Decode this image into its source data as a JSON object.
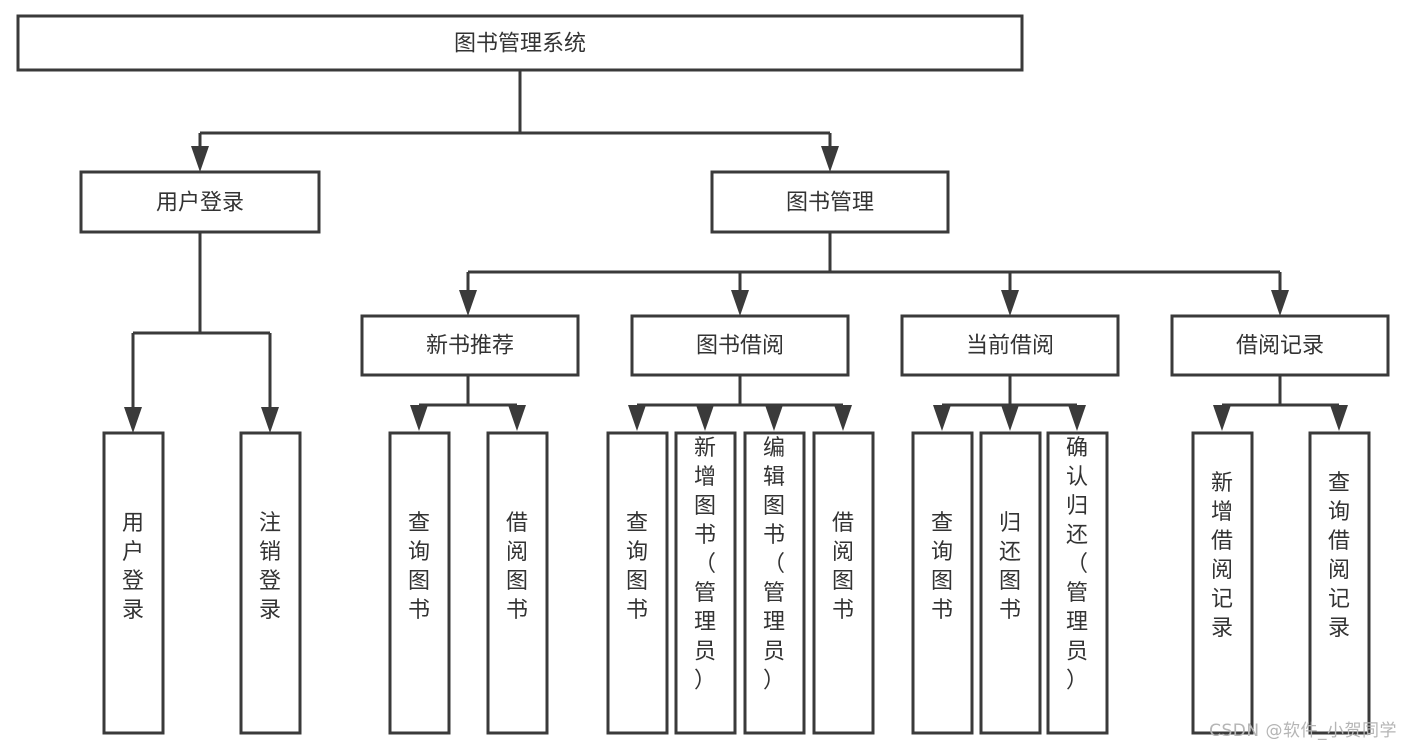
{
  "diagram": {
    "title": "图书管理系统",
    "type": "tree",
    "watermark": "CSDN @软件_小贺同学",
    "colors": {
      "stroke": "#3a3a3a",
      "text": "#333333",
      "fill": "#ffffff",
      "watermark": "#b5b5b5"
    },
    "root": {
      "label": "图书管理系统"
    },
    "level2": {
      "user_login": "用户登录",
      "book_manage": "图书管理"
    },
    "level3": {
      "new_book_rec": "新书推荐",
      "book_borrow": "图书借阅",
      "current_borrow": "当前借阅",
      "borrow_record": "借阅记录"
    },
    "leaves": {
      "user_login_1": "用户登录",
      "user_login_2": "注销登录",
      "new_book_rec_1": "查询图书",
      "new_book_rec_2": "借阅图书",
      "book_borrow_1": "查询图书",
      "book_borrow_2": "新增图书（管理员）",
      "book_borrow_3": "编辑图书（管理员）",
      "book_borrow_4": "借阅图书",
      "current_borrow_1": "查询图书",
      "current_borrow_2": "归还图书",
      "current_borrow_3": "确认归还（管理员）",
      "borrow_record_1": "新增借阅记录",
      "borrow_record_2": "查询借阅记录"
    }
  }
}
